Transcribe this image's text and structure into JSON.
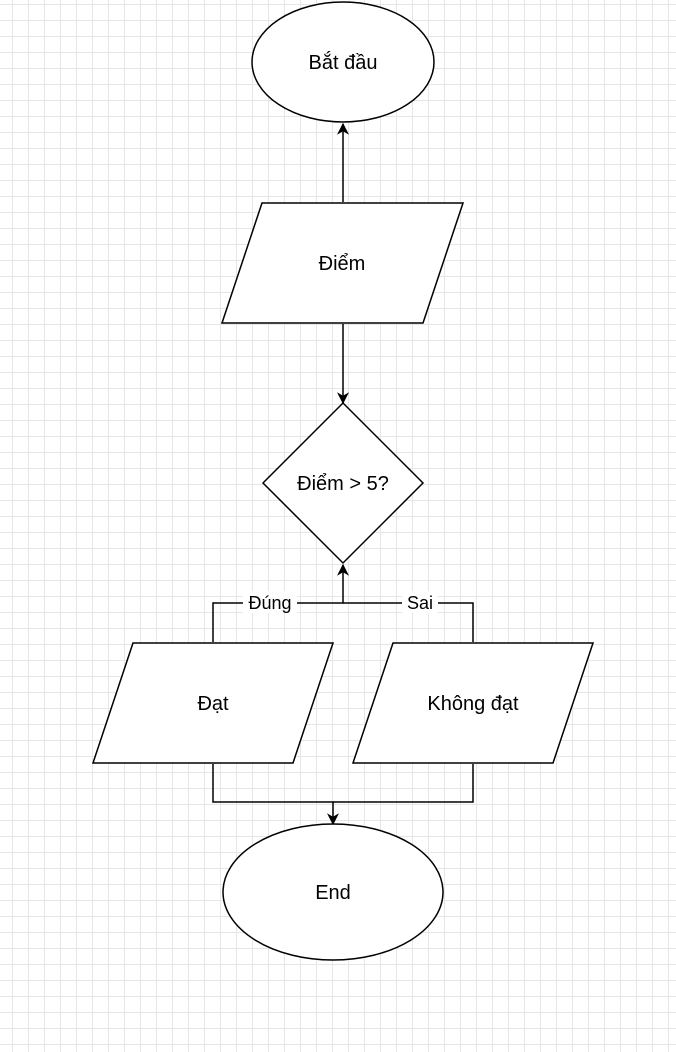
{
  "nodes": {
    "start": {
      "label": "Bắt đầu"
    },
    "input": {
      "label": "Điểm"
    },
    "decision": {
      "label": "Điểm > 5?"
    },
    "pass": {
      "label": "Đạt"
    },
    "fail": {
      "label": "Không đạt"
    },
    "end": {
      "label": "End"
    }
  },
  "edges": {
    "true_label": "Đúng",
    "false_label": "Sai"
  }
}
